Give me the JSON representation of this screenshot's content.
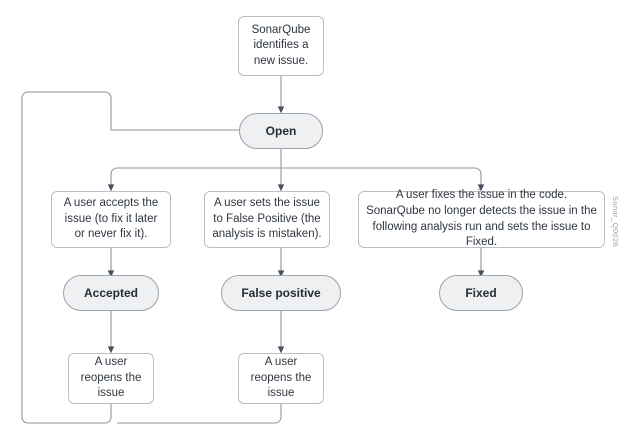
{
  "diagram": {
    "title": "SonarQube issue lifecycle flowchart",
    "background_color": "#ffffff",
    "edge_color": "#6b7382",
    "rect_fill": "#ffffff",
    "rect_border": "#b9bfc7",
    "pill_fill": "#eef0f2",
    "pill_border": "#9aa2ac",
    "text_color": "#2f3640",
    "nodes": {
      "start": {
        "label": "SonarQube identifies a new issue.",
        "shape": "rectangle"
      },
      "open": {
        "label": "Open",
        "shape": "pill"
      },
      "accept_action": {
        "label": "A user accepts the issue (to fix it later or never fix it).",
        "shape": "rectangle"
      },
      "false_positive_action": {
        "label": "A user sets the issue to False Positive (the analysis is mistaken).",
        "shape": "rectangle"
      },
      "fixed_action": {
        "label": "A user fixes the issue in the code. SonarQube no longer detects the issue in the following analysis run and sets the issue to Fixed.",
        "shape": "rectangle"
      },
      "accepted": {
        "label": "Accepted",
        "shape": "pill"
      },
      "false_positive": {
        "label": "False positive",
        "shape": "pill"
      },
      "fixed": {
        "label": "Fixed",
        "shape": "pill"
      },
      "reopen_left": {
        "label": "A user reopens the issue",
        "shape": "rectangle"
      },
      "reopen_right": {
        "label": "A user reopens the issue",
        "shape": "rectangle"
      }
    },
    "watermark": {
      "text": "Sonar_Q0026"
    }
  }
}
